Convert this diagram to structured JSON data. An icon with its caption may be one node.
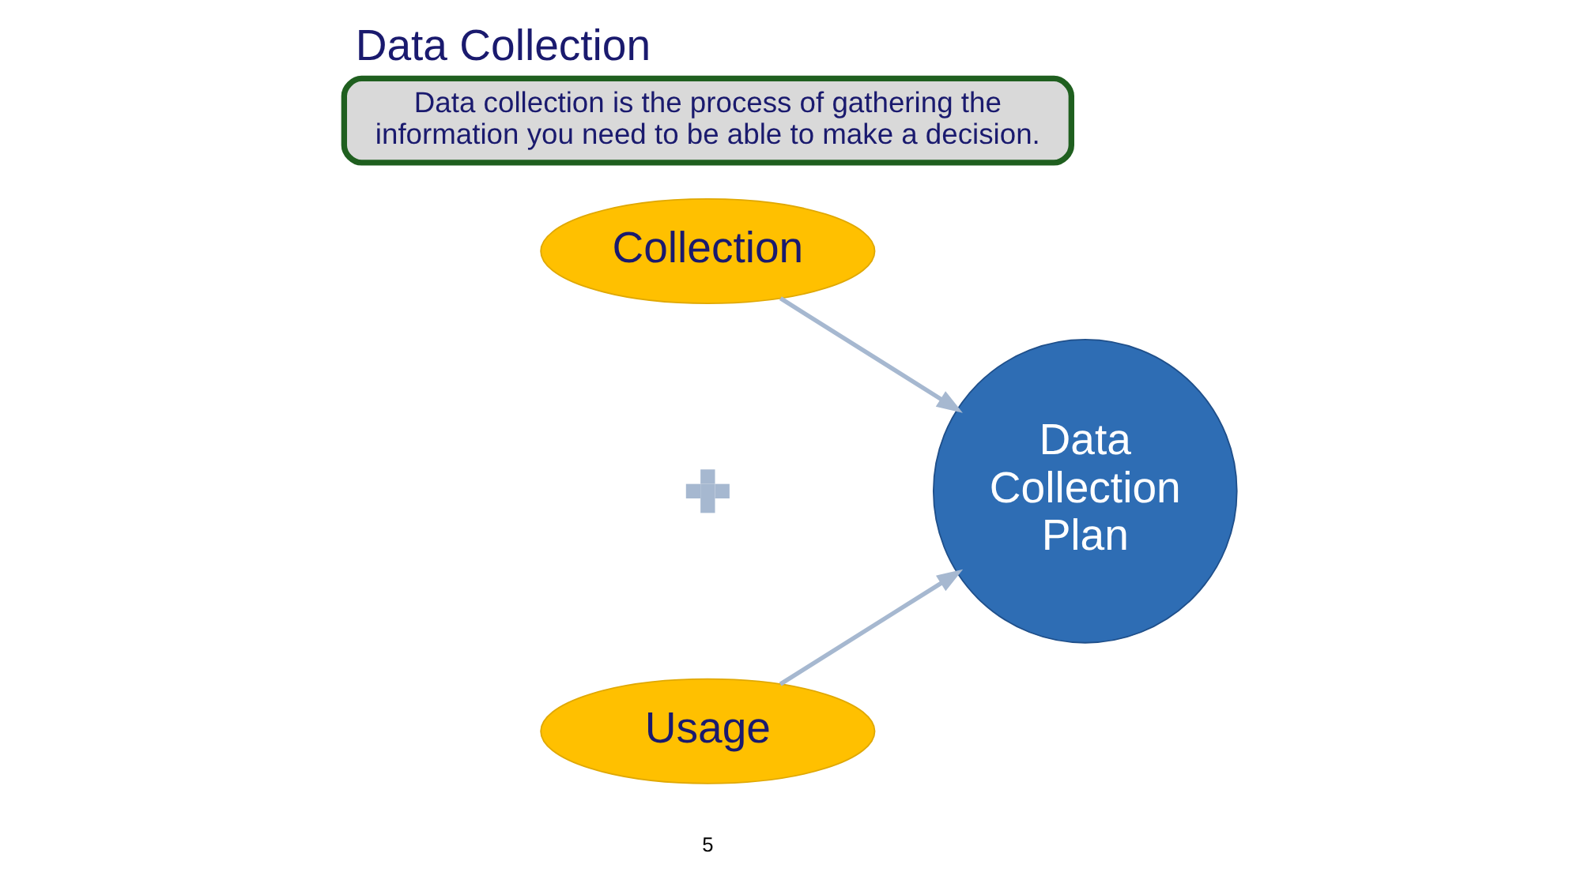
{
  "diagram": {
    "title": "Data Collection",
    "nodes": [
      {
        "text": [
          "Data collection is the process of gathering the information you need to be able to make a decision."
        ]
      },
      {
        "text": [
          "Collection"
        ]
      },
      {
        "text": [
          "Usage"
        ]
      },
      {
        "text": [
          "Data Collection Plan"
        ]
      },
      {
        "text": [],
        "shape": "plus"
      }
    ],
    "edges": [
      {
        "from": 1,
        "to": 3,
        "arrow": "to"
      },
      {
        "from": 2,
        "to": 3,
        "arrow": "to"
      }
    ],
    "labels": [
      "5"
    ]
  }
}
